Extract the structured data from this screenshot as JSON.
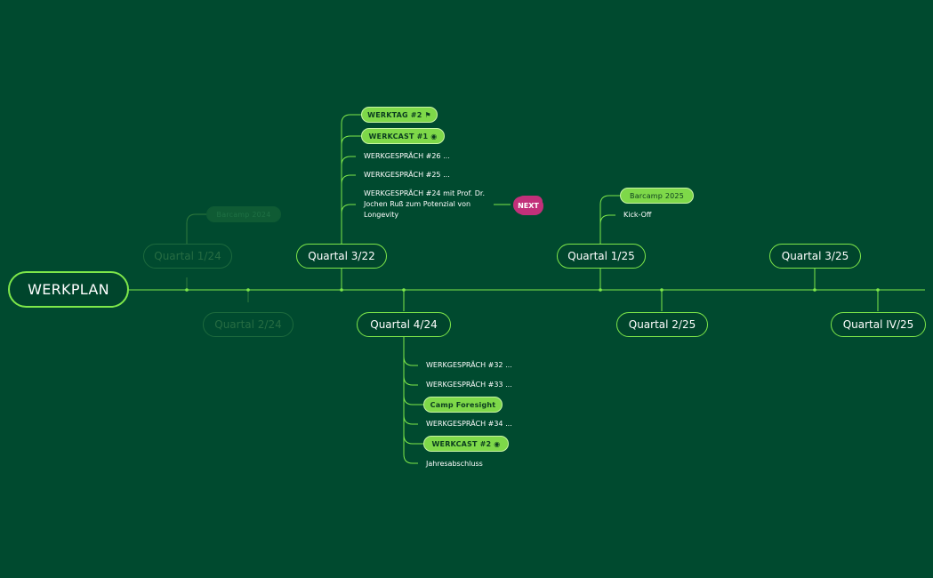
{
  "title": "WERKPLAN",
  "colors": {
    "background": "#004a2f",
    "accent": "#7ee84a",
    "pill": "#7ed849",
    "next_badge": "#c2307a"
  },
  "quarters": {
    "q1_24": "Quartal 1/24",
    "q2_24": "Quartal 2/24",
    "q3_22": "Quartal 3/22",
    "q4_24": "Quartal 4/24",
    "q1_25": "Quartal 1/25",
    "q2_25": "Quartal 2/25",
    "q3_25": "Quartal 3/25",
    "q4_25": "Quartal IV/25"
  },
  "q1_24_items": {
    "barcamp": "Barcamp 2024"
  },
  "q3_22_items": {
    "werktag": "WERKTAG #2 ⚑",
    "werkcast": "WERKCAST #1 ◉",
    "gespraech26": "WERKGESPRÄCH #26 ...",
    "gespraech25": "WERKGESPRÄCH #25 ...",
    "gespraech24": "WERKGESPRÄCH #24 mit Prof. Dr. Jochen Ruß zum Potenzial von Longevity",
    "next": "NEXT"
  },
  "q4_24_items": {
    "gespraech32": "WERKGESPRÄCH #32 ...",
    "gespraech33": "WERKGESPRÄCH #33 ...",
    "camp": "Camp Foresight",
    "gespraech34": "WERKGESPRÄCH #34 ...",
    "werkcast2": "WERKCAST #2 ◉",
    "jahres": "Jahresabschluss"
  },
  "q1_25_items": {
    "barcamp": "Barcamp 2025",
    "kickoff": "Kick-Off"
  }
}
